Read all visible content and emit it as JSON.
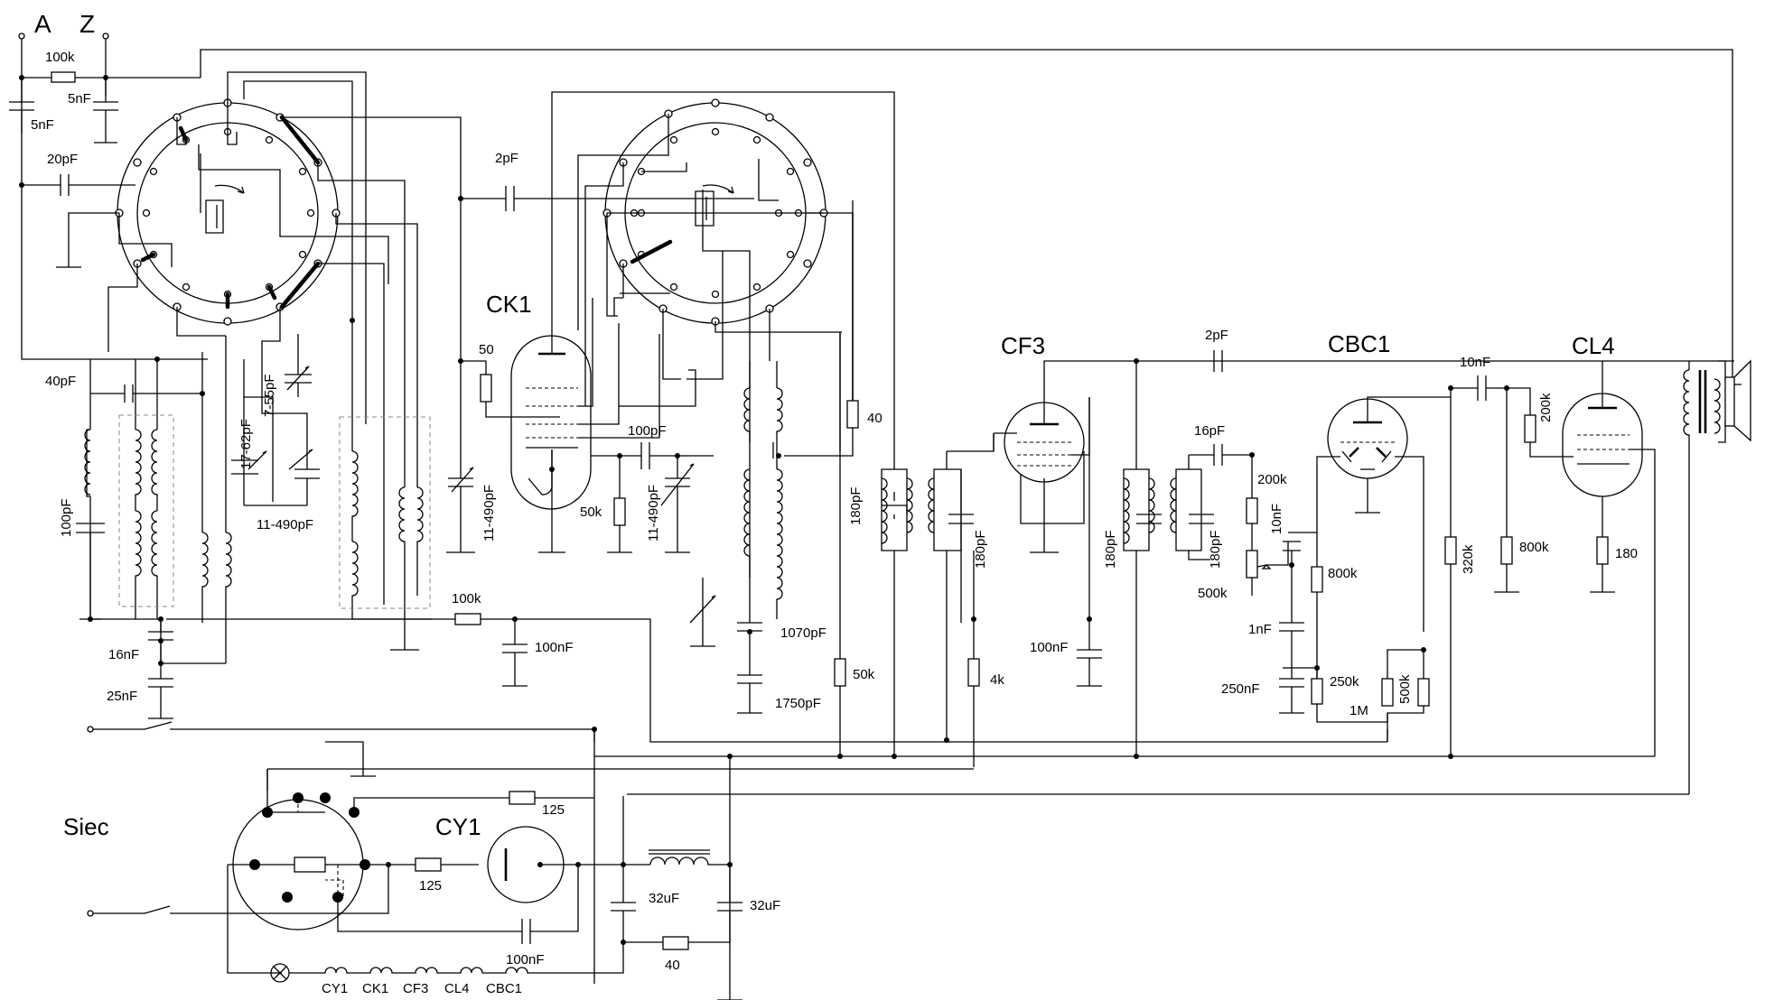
{
  "terminals": {
    "antenna": "A",
    "ground": "Z"
  },
  "tubes": {
    "mixer": "CK1",
    "if_amp": "CF3",
    "detector": "CBC1",
    "output": "CL4",
    "rectifier": "CY1"
  },
  "mains": {
    "label": "Siec"
  },
  "filament_chain": [
    "CY1",
    "CK1",
    "CF3",
    "CL4",
    "CBC1"
  ],
  "components": {
    "r_ant_100k": "100k",
    "c_ant_5nf_left": "5nF",
    "c_ant_5nf_right": "5nF",
    "c_20pf": "20pF",
    "c_40pf": "40pF",
    "c_100pf_left": "100pF",
    "c_16nf": "16nF",
    "c_25nf": "25nF",
    "c_7_55pf": "7-55pF",
    "c_17_62pf": "17-62pF",
    "c_11_490pf_a": "11-490pF",
    "c_11_490pf_b": "11-490pF",
    "c_11_490pf_c": "11-490pF",
    "c_2pf_top": "2pF",
    "r_50": "50",
    "c_100pf_osc": "100pF",
    "r_50k_cathode": "50k",
    "r_40_osc": "40",
    "c_1070pf": "1070pF",
    "c_1750pf": "1750pF",
    "r_100k_agc": "100k",
    "c_100nf_agc": "100nF",
    "r_50k_b": "50k",
    "r_4k": "4k",
    "c_180pf_a": "180pF",
    "c_180pf_b": "180pF",
    "c_180pf_c": "180pF",
    "c_180pf_d": "180pF",
    "c_100nf_if": "100nF",
    "c_2pf_if": "2pF",
    "c_16pf": "16pF",
    "r_200k_det": "200k",
    "c_10nf_det": "10nF",
    "r_500k_pot": "500k",
    "c_1nf": "1nF",
    "r_800k_det": "800k",
    "c_250nf": "250nF",
    "r_250k": "250k",
    "r_1m": "1M",
    "r_500k_grid": "500k",
    "c_10nf_coupling": "10nF",
    "r_200k_out": "200k",
    "r_320k": "320k",
    "r_800k_out": "800k",
    "r_180": "180",
    "r_125_a": "125",
    "r_125_b": "125",
    "c_100nf_ps": "100nF",
    "c_32uf_a": "32uF",
    "c_32uf_b": "32uF",
    "r_40_ps": "40"
  },
  "colors": {
    "ink": "#000000",
    "paper": "#ffffff",
    "shield": "#888888"
  }
}
